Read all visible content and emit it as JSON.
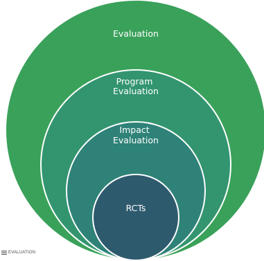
{
  "rings": [
    {
      "id": "evaluation",
      "lines": [
        "Evaluation"
      ],
      "color": "#3aa15a"
    },
    {
      "id": "program-evaluation",
      "lines": [
        "Program",
        "Evaluation"
      ],
      "color": "#339570"
    },
    {
      "id": "impact-evaluation",
      "lines": [
        "Impact",
        "Evaluation"
      ],
      "color": "#2f8278"
    },
    {
      "id": "rcts",
      "lines": [
        "RCTs"
      ],
      "color": "#2e5a6e"
    }
  ],
  "footer": {
    "logo_text": "EVALUATION"
  }
}
